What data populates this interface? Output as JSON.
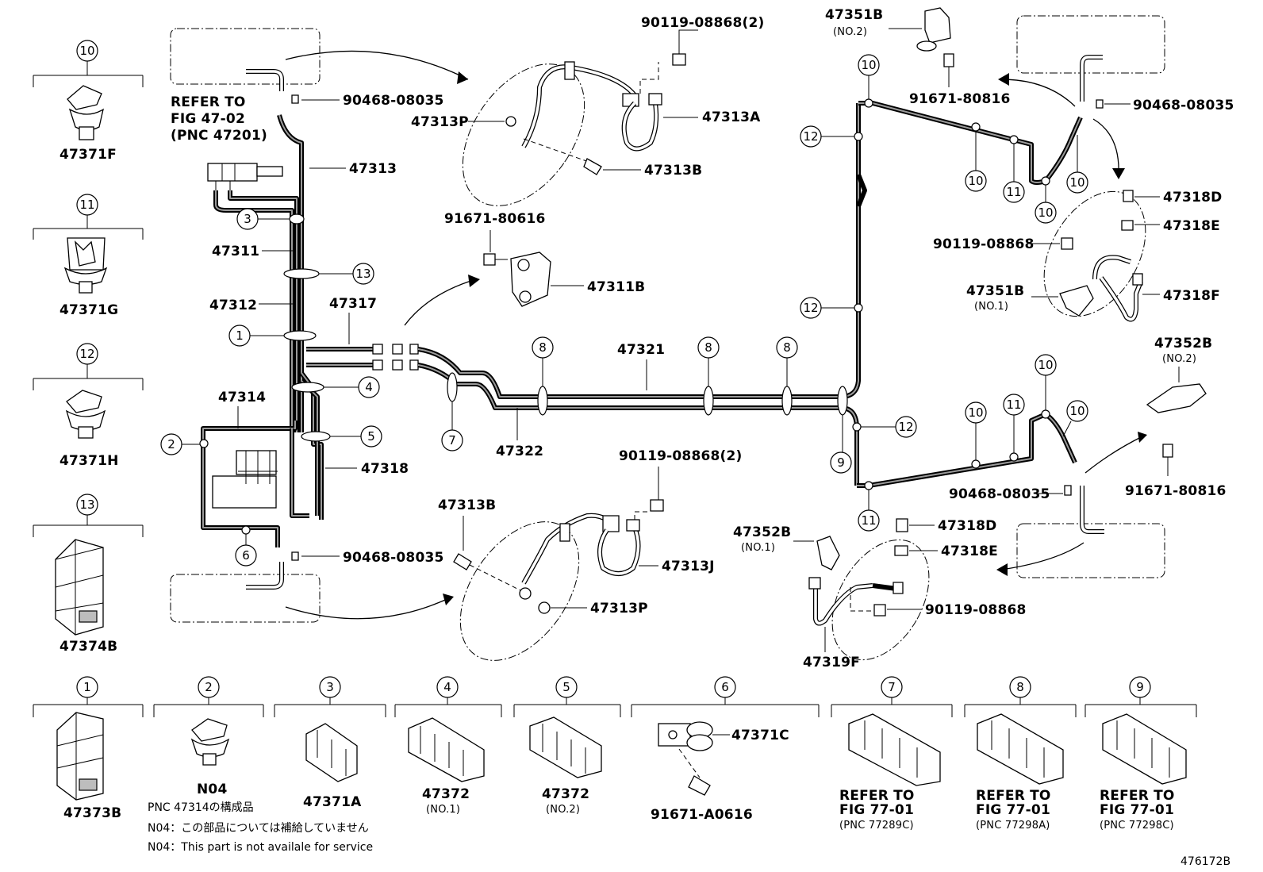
{
  "clip_legend": [
    {
      "ref": "10",
      "part": "47371F"
    },
    {
      "ref": "11",
      "part": "47371G"
    },
    {
      "ref": "12",
      "part": "47371H"
    },
    {
      "ref": "13",
      "part": "47374B"
    }
  ],
  "bottom_parts": [
    {
      "ref": "1",
      "part": "47373B",
      "sub": ""
    },
    {
      "ref": "2",
      "part": "N04",
      "sub": ""
    },
    {
      "ref": "3",
      "part": "47371A",
      "sub": ""
    },
    {
      "ref": "4",
      "part": "47372",
      "sub": "(NO.1)"
    },
    {
      "ref": "5",
      "part": "47372",
      "sub": "(NO.2)"
    },
    {
      "ref": "6",
      "part": "91671-A0616",
      "sub": "",
      "extra": "47371C"
    },
    {
      "ref": "7",
      "part": "REFER TO",
      "sub": "FIG 77-01",
      "pnc": "(PNC 77289C)"
    },
    {
      "ref": "8",
      "part": "REFER TO",
      "sub": "FIG 77-01",
      "pnc": "(PNC 77298A)"
    },
    {
      "ref": "9",
      "part": "REFER TO",
      "sub": "FIG 77-01",
      "pnc": "(PNC 77298C)"
    }
  ],
  "notes": {
    "pnc_note": "PNC 47314の構成品",
    "n04_jp": "N04：この部品については補給していません",
    "n04_en": "N04：This part is not availale for service"
  },
  "figure_id": "476172B",
  "refer": {
    "line1": "REFER TO",
    "line2": "FIG 47-02",
    "line3": "(PNC 47201)"
  },
  "labels": {
    "p47313": "47313",
    "p47311": "47311",
    "p47312": "47312",
    "p47314": "47314",
    "p47317": "47317",
    "p47318": "47318",
    "p47321": "47321",
    "p47322": "47322",
    "p47311B": "47311B",
    "p91671_80616": "91671-80616",
    "p90468_tl": "90468-08035",
    "p90468_bl": "90468-08035",
    "p90468_tr": "90468-08035",
    "p90468_br": "90468-08035",
    "p90119_top": "90119-08868(2)",
    "p47313A": "47313A",
    "p47313P_top": "47313P",
    "p47313B_top": "47313B",
    "p90119_mid": "90119-08868(2)",
    "p47313B_mid": "47313B",
    "p47313J": "47313J",
    "p47313P_mid": "47313P",
    "p47351B_no2": "47351B",
    "p47351B_no2_sub": "(NO.2)",
    "p91671_80816_t": "91671-80816",
    "p47318D_t": "47318D",
    "p47318E_t": "47318E",
    "p90119_r": "90119-08868",
    "p47351B_no1": "47351B",
    "p47351B_no1_sub": "(NO.1)",
    "p47318F": "47318F",
    "p47352B_no2": "47352B",
    "p47352B_no2_sub": "(NO.2)",
    "p91671_80816_b": "91671-80816",
    "p47352B_no1": "47352B",
    "p47352B_no1_sub": "(NO.1)",
    "p47318D_b": "47318D",
    "p47318E_b": "47318E",
    "p90119_rb": "90119-08868",
    "p47319F": "47319F"
  }
}
